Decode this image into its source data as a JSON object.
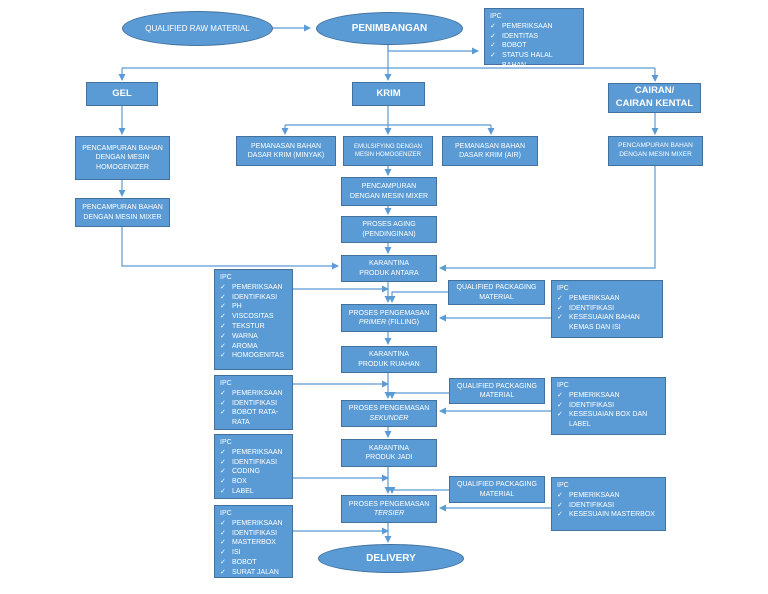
{
  "nodes": {
    "qualified_raw_material": "QUALIFIED RAW MATERIAL",
    "penimbangan": "PENIMBANGAN",
    "gel": "GEL",
    "krim": "KRIM",
    "cairan": "CAIRAN/\nCAIRAN KENTAL",
    "gel_homogenizer": "PENCAMPURAN BAHAN\nDENGAN MESIN\nHOMOGENIZER",
    "gel_mixer": "PENCAMPURAN BAHAN\nDENGAN MESIN MIXER",
    "pemanasan_minyak": "PEMANASAN BAHAN\nDASAR KRIM (MINYAK)",
    "emulsifying": "EMULSIFYING DENGAN\nMESIN HOMOGENIZER",
    "pemanasan_air": "PEMANASAN BAHAN\nDASAR KRIM (AIR)",
    "cairan_mixer": "PENCAMPURAN BAHAN\nDENGAN MESIN MIXER",
    "krim_mixer": "PENCAMPURAN\nDENGAN MESIN MIXER",
    "aging": "PROSES AGING\n(PENDINGINAN)",
    "karantina_antara": "KARANTINA\nPRODUK ANTARA",
    "qpm_1": "QUALIFIED PACKAGING\nMATERIAL",
    "pengemasan_primer_1": "PROSES PENGEMASAN",
    "pengemasan_primer_2": "PRIMER",
    "pengemasan_primer_3": " (FILLING)",
    "karantina_ruahan": "KARANTINA\nPRODUK RUAHAN",
    "qpm_2": "QUALIFIED PACKAGING\nMATERIAL",
    "pengemasan_sekunder_1": "PROSES PENGEMASAN",
    "pengemasan_sekunder_2": "SEKUNDER",
    "karantina_jadi": "KARANTINA\nPRODUK JADI",
    "qpm_3": "QUALIFIED PACKAGING\nMATERIAL",
    "pengemasan_tersier_1": "PROSES PENGEMASAN",
    "pengemasan_tersier_2": "TERSIER",
    "delivery": "DELIVERY"
  },
  "ipc": {
    "penimbangan": {
      "title": "IPC",
      "items": [
        "PEMERIKSAAN",
        "IDENTITAS",
        "BOBOT",
        "STATUS HALAL BAHAN"
      ]
    },
    "karantina_antara": {
      "title": "IPC",
      "items": [
        "PEMERIKSAAN",
        "IDENTIFIKASI",
        "PH",
        "VISCOSITAS",
        "TEKSTUR",
        "WARNA",
        "AROMA",
        "HOMOGENITAS"
      ]
    },
    "primer": {
      "title": "IPC",
      "items": [
        "PEMERIKSAAN",
        "IDENTIFIKASI",
        "KESESUAIAN BAHAN KEMAS DAN ISI"
      ]
    },
    "ruahan": {
      "title": "IPC",
      "items": [
        "PEMERIKSAAN",
        "IDENTIFIKASI",
        "BOBOT RATA-RATA"
      ]
    },
    "sekunder": {
      "title": "IPC",
      "items": [
        "PEMERIKSAAN",
        "IDENTIFIKASI",
        "KESESUAIAN BOX DAN LABEL"
      ]
    },
    "jadi": {
      "title": "IPC",
      "items": [
        "PEMERIKSAAN",
        "IDENTIFIKASI",
        "CODING",
        "BOX",
        "LABEL"
      ]
    },
    "tersier": {
      "title": "IPC",
      "items": [
        "PEMERIKSAAN",
        "IDENTIFIKASI",
        "KESESUAIN MASTERBOX"
      ]
    },
    "delivery": {
      "title": "IPC",
      "items": [
        "PEMERIKSAAN",
        "IDENTIFIKASI",
        "MASTERBOX",
        "ISI",
        "BOBOT",
        "SURAT JALAN"
      ]
    }
  },
  "colors": {
    "fill": "#5b9bd5",
    "border": "#41719c",
    "line": "#5b9bd5",
    "text": "#ffffff"
  },
  "check_icon": "check-icon"
}
